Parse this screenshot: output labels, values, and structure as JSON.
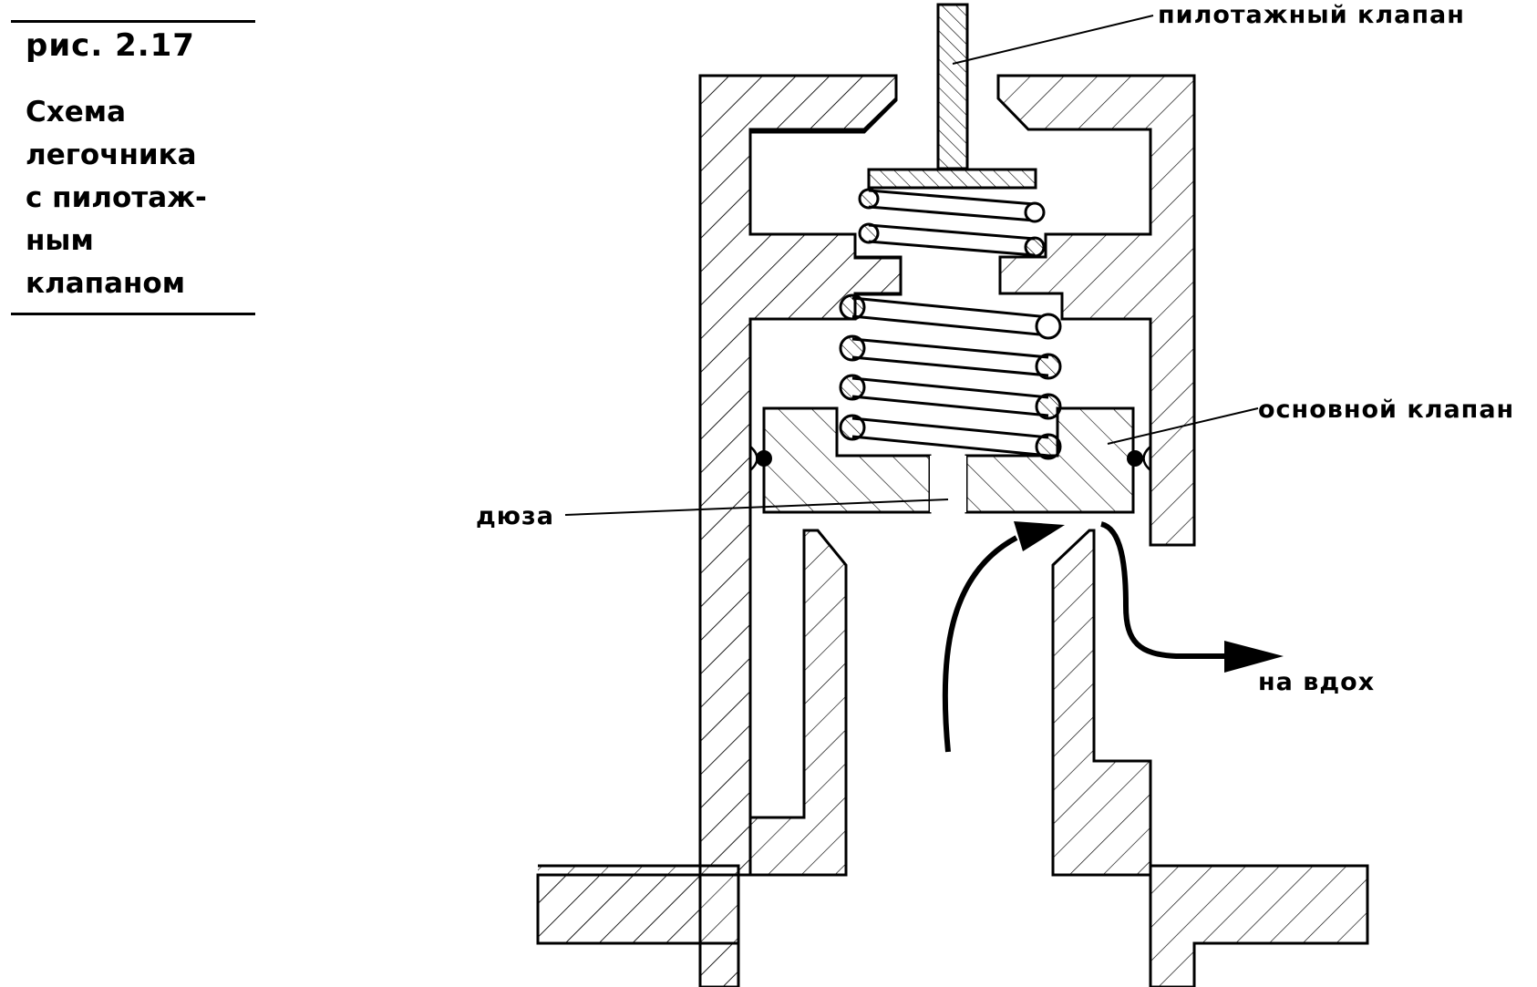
{
  "caption": {
    "number": "рис. 2.17",
    "title_lines": [
      "Схема",
      "легочника",
      "с пилотаж-",
      "ным",
      "клапаном"
    ]
  },
  "labels": {
    "pilot_valve": "пилотажный клапан",
    "main_valve": "основной клапан",
    "nozzle": "дюза",
    "inhale": "на вдох"
  },
  "colors": {
    "ink": "#000000",
    "hatch": "#000000",
    "background": "#ffffff"
  }
}
